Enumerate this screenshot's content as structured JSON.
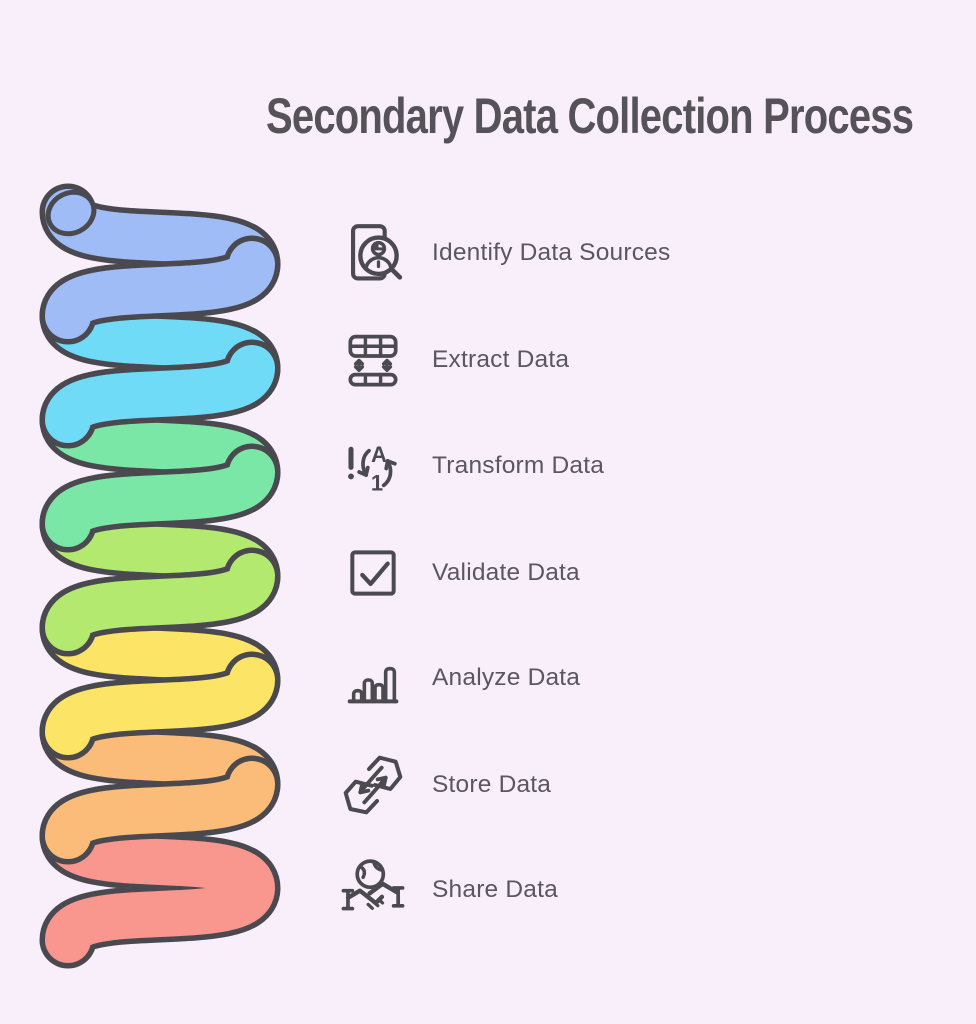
{
  "title": "Secondary Data Collection Process",
  "colors": {
    "background": "#f8effa",
    "outline": "#4b4950",
    "title_text": "#55525a",
    "label_text": "#5a575f",
    "icon_stroke": "#4c4a51"
  },
  "steps": [
    {
      "label": "Identify Data Sources",
      "icon": "document-magnifier-person-icon",
      "color": "#9fbcf6"
    },
    {
      "label": "Extract Data",
      "icon": "table-extract-arrows-icon",
      "color": "#70dbf7"
    },
    {
      "label": "Transform Data",
      "icon": "letter-to-number-transform-icon",
      "color": "#7be7a6"
    },
    {
      "label": "Validate Data",
      "icon": "checkbox-check-icon",
      "color": "#b3e96f"
    },
    {
      "label": "Analyze Data",
      "icon": "bar-chart-icon",
      "color": "#fce566"
    },
    {
      "label": "Store Data",
      "icon": "linked-hexagons-sync-icon",
      "color": "#fabc78"
    },
    {
      "label": "Share Data",
      "icon": "globe-handshake-icon",
      "color": "#f9978f"
    }
  ]
}
